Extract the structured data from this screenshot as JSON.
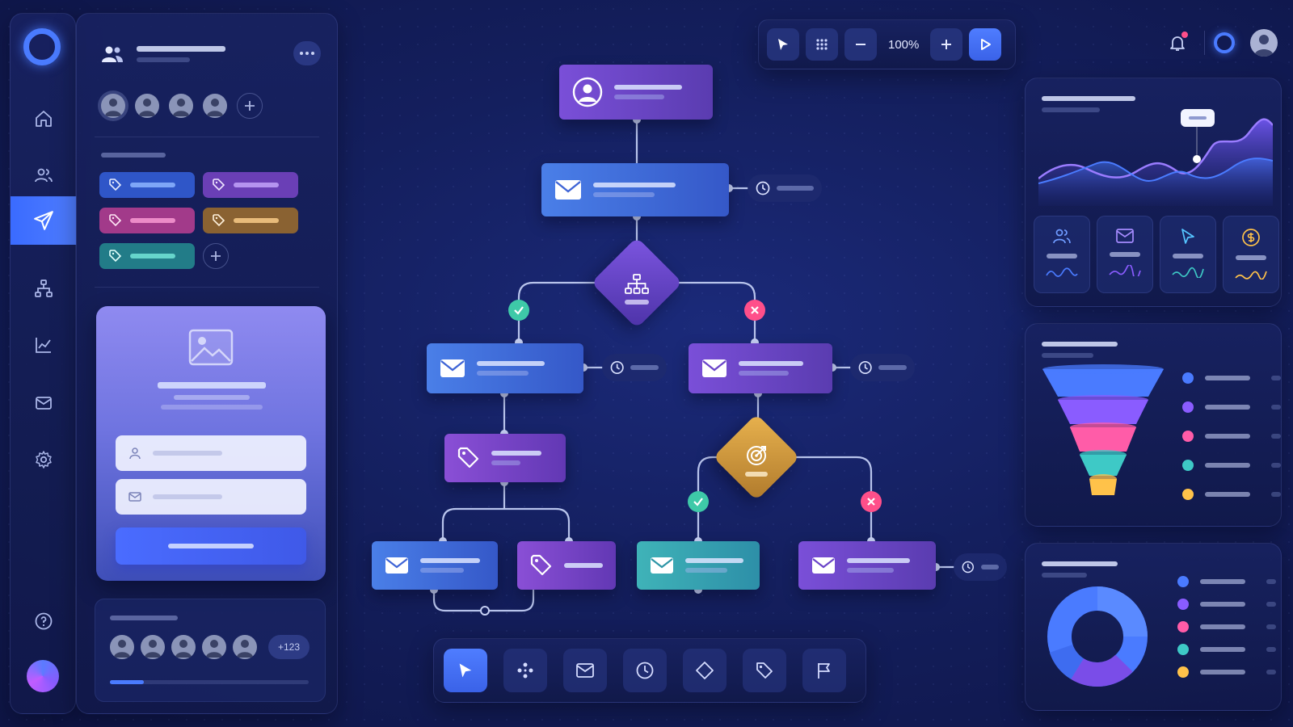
{
  "toolbar": {
    "zoom": "100%",
    "tools": [
      "select",
      "grid",
      "zoom-out",
      "zoom-in",
      "run"
    ]
  },
  "header": {
    "icons": [
      "bell-icon",
      "status-ring-icon",
      "user-avatar"
    ]
  },
  "nav": {
    "items": [
      "home",
      "audience",
      "campaigns",
      "workflows",
      "analytics",
      "mail",
      "settings"
    ],
    "active": "campaigns"
  },
  "side_panel": {
    "members_overflow": "+123",
    "progress": 0.17,
    "tag_colors": [
      "#2f56c8",
      "#6a3fb6",
      "#a23a8a",
      "#9a6a3a",
      "#2a8f96"
    ]
  },
  "bottom_toolbar": {
    "tools": [
      "select",
      "components",
      "email",
      "delay",
      "condition",
      "tag",
      "goal"
    ],
    "active": "select"
  },
  "widgets": {
    "stats_icons": [
      "users-icon",
      "mail-icon",
      "cursor-icon",
      "dollar-icon"
    ],
    "funnel_colors": [
      "#4a7bff",
      "#8a5cff",
      "#ff5ca8",
      "#3ec9c6",
      "#ffc24a"
    ],
    "donut_colors": [
      "#4a7bff",
      "#8a5cff",
      "#ff5ca8",
      "#3ec9c6",
      "#ffc24a"
    ]
  },
  "colors": {
    "accent": "#4a7bff",
    "success": "#3ec9a8",
    "danger": "#ff4f8a",
    "gold": "#d9a040"
  }
}
